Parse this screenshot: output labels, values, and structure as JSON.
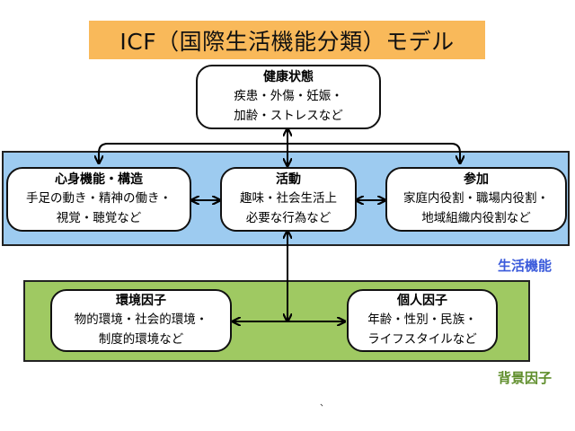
{
  "title": "ICF（国際生活機能分類）モデル",
  "nodes": {
    "health": {
      "heading": "健康状態",
      "lines": [
        "疾患・外傷・妊娠・",
        "加齢・ストレスなど"
      ]
    },
    "body": {
      "heading": "心身機能・構造",
      "lines": [
        "手足の動き・精神の働き・",
        "視覚・聴覚など"
      ]
    },
    "activity": {
      "heading": "活動",
      "lines": [
        "趣味・社会生活上",
        "必要な行為など"
      ]
    },
    "participation": {
      "heading": "参加",
      "lines": [
        "家庭内役割・職場内役割・",
        "地域組織内役割など"
      ]
    },
    "environment": {
      "heading": "環境因子",
      "lines": [
        "物的環境・社会的環境・",
        "制度的環境など"
      ]
    },
    "personal": {
      "heading": "個人因子",
      "lines": [
        "年齢・性別・民族・",
        "ライフスタイルなど"
      ]
    }
  },
  "sections": {
    "functioning": {
      "label": "生活機能",
      "color": "#3b5bdb"
    },
    "contextual": {
      "label": "背景因子",
      "color": "#5e8d2a"
    }
  },
  "colors": {
    "title_bg": "#f9b95a",
    "functioning_bg": "#9dcbf0",
    "contextual_bg": "#9fc962"
  },
  "footnote_mark": "、"
}
